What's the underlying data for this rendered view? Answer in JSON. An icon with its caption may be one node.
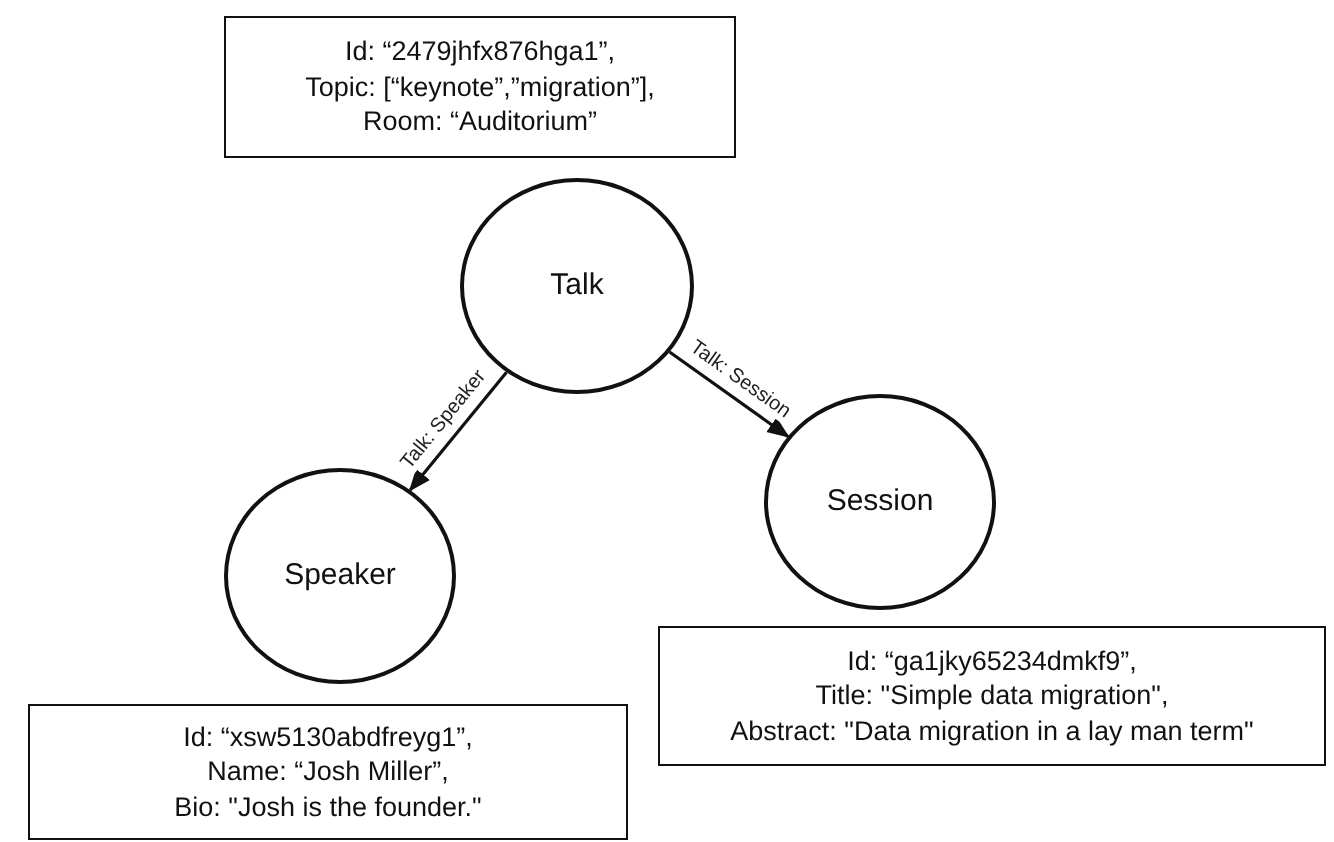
{
  "diagram": {
    "nodes": [
      {
        "text": [
          "Id: “2479jhfx876hga1”,",
          "Topic: [“keynote”,”migration”],",
          "Room: “Auditorium”"
        ]
      },
      {
        "text": [
          "Talk"
        ]
      },
      {
        "text": [
          "Session"
        ]
      },
      {
        "text": [
          "Speaker"
        ]
      },
      {
        "text": [
          "Id: “ga1jky65234dmkf9”,",
          "Title: \"Simple data migration\",",
          "Abstract: \"Data migration in a lay man term\""
        ]
      },
      {
        "text": [
          "Id: “xsw5130abdfreyg1”,",
          "Name: “Josh Miller”,",
          "Bio: \"Josh is the founder.\""
        ]
      }
    ],
    "edges": [
      {
        "from": 1,
        "to": 3,
        "arrow": "to",
        "label": "Talk: Speaker"
      },
      {
        "from": 1,
        "to": 2,
        "arrow": "to",
        "label": "Talk: Session"
      }
    ]
  }
}
